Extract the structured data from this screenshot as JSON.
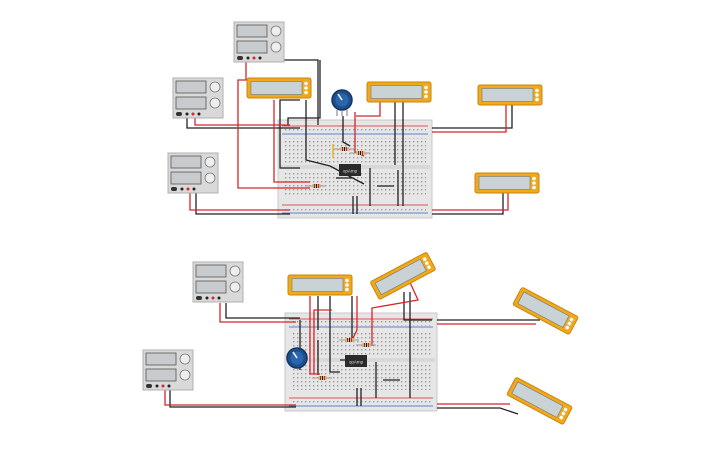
{
  "circuits": [
    {
      "id": "top",
      "ic_label": "opAmp",
      "supplies": 3,
      "multimeters": 4,
      "potentiometers": 1,
      "resistors": 3
    },
    {
      "id": "bottom",
      "ic_label": "opAmp",
      "supplies": 2,
      "multimeters": 4,
      "potentiometers": 1,
      "resistors": 3
    }
  ],
  "colors": {
    "background": "#ffffff",
    "wire_red": "#d6252b",
    "wire_black": "#222222",
    "meter_body": "#f0a81c",
    "meter_screen": "#c9d3d6",
    "supply_body": "#d9d9d9",
    "breadboard": "#e6e6e6",
    "pot_knob": "#1e4f8c",
    "ic_body": "#2a2a2a"
  }
}
